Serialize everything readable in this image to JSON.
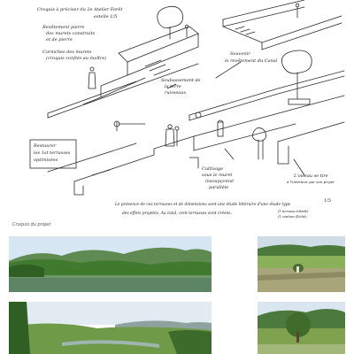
{
  "sketch": {
    "notes": {
      "top_title": "Croquis à préciser du 2e Atelier Forêt",
      "top_sub": "estelle 1/5",
      "top_item_1": "Revêtement pierre",
      "top_item_1b": "des murets construits",
      "top_item_1c": "et de pierre",
      "top_item_2": "Corniches des murets",
      "top_item_2b": "(croquis confiés au maître)",
      "mid_right_1": "Soubassement de",
      "mid_right_1b": "la terre",
      "mid_right_1c": "ruisseaux",
      "far_right_1": "Souvenir",
      "far_right_1b": "le revêtement du Canal",
      "left_mid_1": "Restaurer",
      "left_mid_1b": "les 1st terrasses",
      "left_mid_1c": "optimisées",
      "bottom_center_1": "Cultivage",
      "bottom_center_1b": "sous le muret",
      "bottom_center_1c": "insoupçonné",
      "bottom_center_1d": "parallèle",
      "bottom_right_1": "L'oiseau se tire",
      "bottom_right_1b": "à l'intérieur par son projet",
      "bottom_long_1": "Le présence de ces terrasses et de dimensions sont une étude littéraire d'une étude type",
      "bottom_long_2": "des effets projetés. Au total, cent terrasses sont créées.",
      "bottom_long_3": "(1 terrasse tribale)",
      "bottom_long_4": "(1 contour fléché)",
      "scale_note": "1/5"
    }
  },
  "caption": "Croquis du projet",
  "colors": {
    "ink": "#2a2a2a",
    "sky": "#cfe0ee",
    "forest": "#3f7a2e",
    "grass": "#7aa94a",
    "water": "#5f8a6a"
  }
}
